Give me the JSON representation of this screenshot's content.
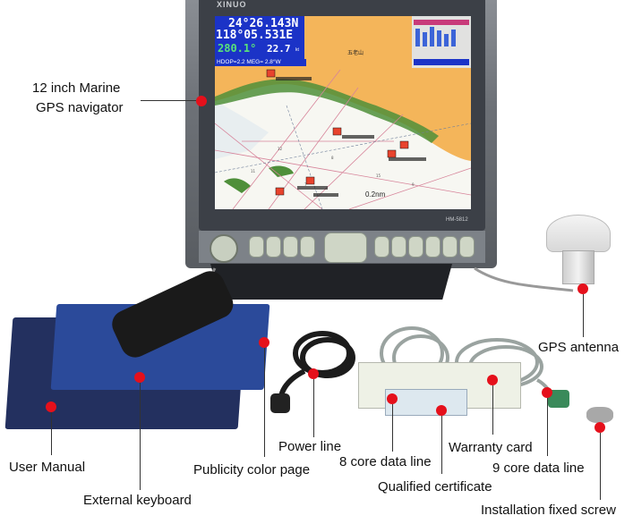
{
  "screen": {
    "latitude": "24°26.143N",
    "longitude": "118°05.531E",
    "course": "280.1°",
    "speed": "22.7",
    "speed_unit": "kt",
    "hdop_line": "HDOP=2.2 MEG= 2.8°W",
    "scale_text": "0.2nm",
    "place_label": "五老山"
  },
  "device": {
    "brand": "XINUO",
    "model": "HM-5812"
  },
  "labels": {
    "navigator_line1": "12 inch Marine",
    "navigator_line2": "GPS navigator",
    "gps_antenna": "GPS antenna",
    "user_manual": "User  Manual",
    "external_keyboard": "External keyboard",
    "publicity_color_page": "Publicity color page",
    "power_line": "Power line",
    "eight_core": "8 core data line",
    "qualified_certificate": "Qualified certificate",
    "warranty_card": "Warranty card",
    "nine_core": "9 core data line",
    "installation_screw": "Installation fixed screw"
  },
  "colors": {
    "marker": "#e5101b",
    "screen_info_bg": "#1b33c7",
    "land": "#f4b55a",
    "sea": "#f7f7f2"
  }
}
